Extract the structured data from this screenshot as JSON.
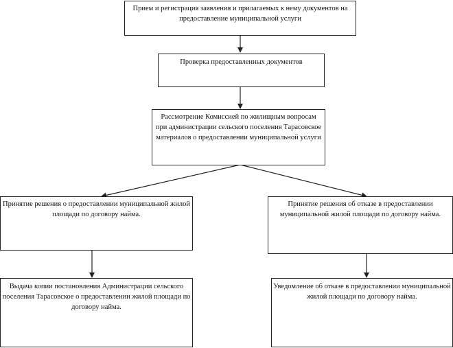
{
  "flowchart": {
    "steps": [
      {
        "id": "step-reception",
        "lines": [
          "Прием и регистрация заявления и прилагаемых к нему документов на",
          "предоставление муниципальной услуги"
        ]
      },
      {
        "id": "step-check",
        "lines": [
          "Проверка предоставленных документов"
        ]
      },
      {
        "id": "step-commission",
        "lines": [
          "Рассмотрение Комиссией по жилищным вопросам",
          "при администрации сельского поселения Тарасовское",
          "материалов о предоставлении муниципальной услуги"
        ]
      },
      {
        "id": "step-decision-grant",
        "lines": [
          "Принятие решения о предоставлении муниципальной жилой",
          "площади по договору найма."
        ]
      },
      {
        "id": "step-decision-refuse",
        "lines": [
          "Принятие решения об отказе в предоставлении",
          "муниципальной жилой площади по договору найма."
        ]
      },
      {
        "id": "step-issue-copy",
        "lines": [
          "Выдача копии постановления Администрации сельского",
          "поселения Тарасовское о предоставлении жилой площади по",
          "договору найма."
        ]
      },
      {
        "id": "step-notify-refusal",
        "lines": [
          "Уведомление об отказе в предоставлении муниципальной",
          "жилой площади по договору найма."
        ]
      }
    ],
    "colors": {
      "line": "#222222",
      "box_fill": "#ffffff",
      "text": "#111111"
    }
  }
}
